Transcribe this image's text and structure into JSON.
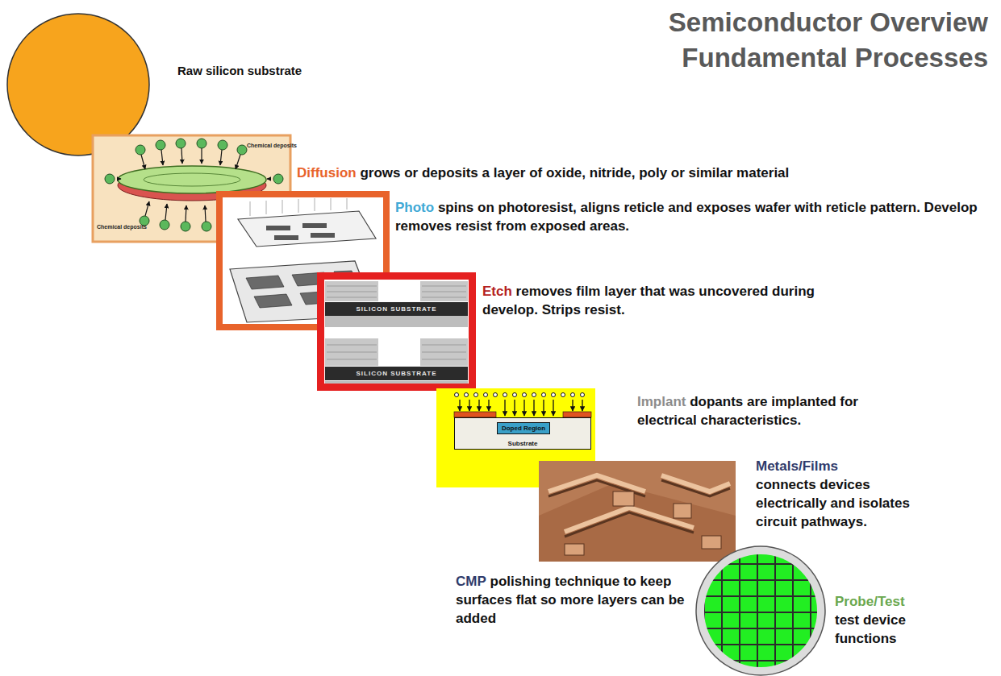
{
  "diagram": {
    "title": "Semiconductor Overview Fundamental Processes",
    "nodes": [
      {
        "text": [
          "SILICON SUBSTRATE"
        ]
      },
      {
        "text": [
          "SILICON SUBSTRATE"
        ]
      },
      {
        "text": [
          "Substrate"
        ]
      },
      {
        "text": [
          "Doped Region"
        ],
        "in": 2
      }
    ],
    "labels": [
      "Raw silicon substrate",
      "Diffusion",
      "grows or deposits a layer of oxide, nitride, poly or similar material",
      "Photo",
      "spins on photoresist, aligns reticle and exposes wafer with reticle pattern. Develop removes resist from exposed areas.",
      "Etch",
      "removes film layer that was uncovered during develop. Strips resist.",
      "Implant",
      "dopants are implanted for electrical characteristics.",
      "Metals/Films",
      "connects devices electrically and isolates circuit pathways.",
      "CMP",
      "polishing technique to keep surfaces flat so more layers can be added",
      "Probe/Test",
      "test device functions",
      "Chemical deposits",
      "Chemical deposits"
    ]
  }
}
